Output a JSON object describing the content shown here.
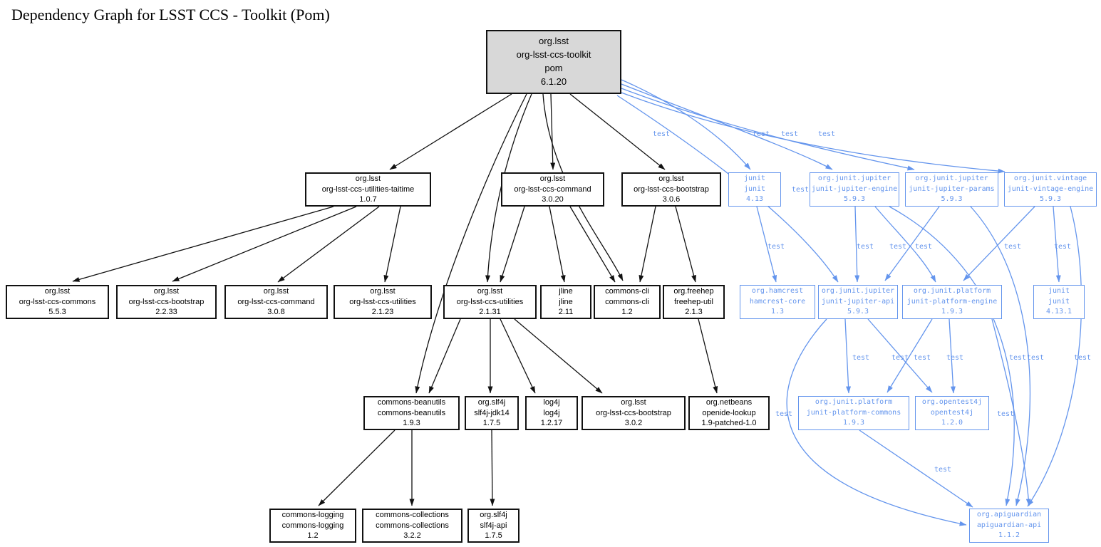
{
  "title": "Dependency Graph for LSST CCS - Toolkit (Pom)",
  "edge_label": "test",
  "colors": {
    "node_border": "#111111",
    "root_fill": "#d8d8d8",
    "test_scope": "#6495ED"
  },
  "nodes": {
    "toolkit": {
      "group": "org.lsst",
      "artifact": "org-lsst-ccs-toolkit",
      "packaging": "pom",
      "version": "6.1.20"
    },
    "taitime": {
      "group": "org.lsst",
      "artifact": "org-lsst-ccs-utilities-taitime",
      "version": "1.0.7"
    },
    "command3020": {
      "group": "org.lsst",
      "artifact": "org-lsst-ccs-command",
      "version": "3.0.20"
    },
    "bootstrap306": {
      "group": "org.lsst",
      "artifact": "org-lsst-ccs-bootstrap",
      "version": "3.0.6"
    },
    "junit413": {
      "group": "junit",
      "artifact": "junit",
      "version": "4.13"
    },
    "jupiterEngine": {
      "group": "org.junit.jupiter",
      "artifact": "junit-jupiter-engine",
      "version": "5.9.3"
    },
    "jupiterParams": {
      "group": "org.junit.jupiter",
      "artifact": "junit-jupiter-params",
      "version": "5.9.3"
    },
    "vintageEngine": {
      "group": "org.junit.vintage",
      "artifact": "junit-vintage-engine",
      "version": "5.9.3"
    },
    "commons553": {
      "group": "org.lsst",
      "artifact": "org-lsst-ccs-commons",
      "version": "5.5.3"
    },
    "bootstrap2233": {
      "group": "org.lsst",
      "artifact": "org-lsst-ccs-bootstrap",
      "version": "2.2.33"
    },
    "command308": {
      "group": "org.lsst",
      "artifact": "org-lsst-ccs-command",
      "version": "3.0.8"
    },
    "utilities2123": {
      "group": "org.lsst",
      "artifact": "org-lsst-ccs-utilities",
      "version": "2.1.23"
    },
    "utilities2131": {
      "group": "org.lsst",
      "artifact": "org-lsst-ccs-utilities",
      "version": "2.1.31"
    },
    "jline": {
      "group": "jline",
      "artifact": "jline",
      "version": "2.11"
    },
    "commonsCli": {
      "group": "commons-cli",
      "artifact": "commons-cli",
      "version": "1.2"
    },
    "freehepUtil": {
      "group": "org.freehep",
      "artifact": "freehep-util",
      "version": "2.1.3"
    },
    "hamcrestCore": {
      "group": "org.hamcrest",
      "artifact": "hamcrest-core",
      "version": "1.3"
    },
    "jupiterApi": {
      "group": "org.junit.jupiter",
      "artifact": "junit-jupiter-api",
      "version": "5.9.3"
    },
    "platformEngine": {
      "group": "org.junit.platform",
      "artifact": "junit-platform-engine",
      "version": "1.9.3"
    },
    "junit4131": {
      "group": "junit",
      "artifact": "junit",
      "version": "4.13.1"
    },
    "commonsBeanutils": {
      "group": "commons-beanutils",
      "artifact": "commons-beanutils",
      "version": "1.9.3"
    },
    "slf4jJdk14": {
      "group": "org.slf4j",
      "artifact": "slf4j-jdk14",
      "version": "1.7.5"
    },
    "log4j": {
      "group": "log4j",
      "artifact": "log4j",
      "version": "1.2.17"
    },
    "bootstrap302": {
      "group": "org.lsst",
      "artifact": "org-lsst-ccs-bootstrap",
      "version": "3.0.2"
    },
    "openideLookup": {
      "group": "org.netbeans",
      "artifact": "openide-lookup",
      "version": "1.9-patched-1.0"
    },
    "platformCommons": {
      "group": "org.junit.platform",
      "artifact": "junit-platform-commons",
      "version": "1.9.3"
    },
    "opentest4j": {
      "group": "org.opentest4j",
      "artifact": "opentest4j",
      "version": "1.2.0"
    },
    "commonsLogging": {
      "group": "commons-logging",
      "artifact": "commons-logging",
      "version": "1.2"
    },
    "commonsCollections": {
      "group": "commons-collections",
      "artifact": "commons-collections",
      "version": "3.2.2"
    },
    "slf4jApi": {
      "group": "org.slf4j",
      "artifact": "slf4j-api",
      "version": "1.7.5"
    },
    "apiguardian": {
      "group": "org.apiguardian",
      "artifact": "apiguardian-api",
      "version": "1.1.2"
    }
  },
  "edges": [
    {
      "from": "toolkit",
      "to": "taitime",
      "scope": "compile"
    },
    {
      "from": "toolkit",
      "to": "command3020",
      "scope": "compile"
    },
    {
      "from": "toolkit",
      "to": "bootstrap306",
      "scope": "compile"
    },
    {
      "from": "toolkit",
      "to": "utilities2131",
      "scope": "compile"
    },
    {
      "from": "toolkit",
      "to": "commonsCli",
      "scope": "compile"
    },
    {
      "from": "toolkit",
      "to": "commonsBeanutils",
      "scope": "compile"
    },
    {
      "from": "toolkit",
      "to": "junit413",
      "scope": "test"
    },
    {
      "from": "toolkit",
      "to": "jupiterEngine",
      "scope": "test"
    },
    {
      "from": "toolkit",
      "to": "jupiterParams",
      "scope": "test"
    },
    {
      "from": "toolkit",
      "to": "vintageEngine",
      "scope": "test"
    },
    {
      "from": "toolkit",
      "to": "jupiterApi",
      "scope": "test"
    },
    {
      "from": "taitime",
      "to": "commons553",
      "scope": "compile"
    },
    {
      "from": "taitime",
      "to": "bootstrap2233",
      "scope": "compile"
    },
    {
      "from": "taitime",
      "to": "command308",
      "scope": "compile"
    },
    {
      "from": "taitime",
      "to": "utilities2123",
      "scope": "compile"
    },
    {
      "from": "command3020",
      "to": "utilities2131",
      "scope": "compile"
    },
    {
      "from": "command3020",
      "to": "jline",
      "scope": "compile"
    },
    {
      "from": "command3020",
      "to": "commonsCli",
      "scope": "compile"
    },
    {
      "from": "bootstrap306",
      "to": "commonsCli",
      "scope": "compile"
    },
    {
      "from": "bootstrap306",
      "to": "freehepUtil",
      "scope": "compile"
    },
    {
      "from": "utilities2131",
      "to": "commonsBeanutils",
      "scope": "compile"
    },
    {
      "from": "utilities2131",
      "to": "slf4jJdk14",
      "scope": "compile"
    },
    {
      "from": "utilities2131",
      "to": "log4j",
      "scope": "compile"
    },
    {
      "from": "utilities2131",
      "to": "bootstrap302",
      "scope": "compile"
    },
    {
      "from": "freehepUtil",
      "to": "openideLookup",
      "scope": "compile"
    },
    {
      "from": "commonsBeanutils",
      "to": "commonsLogging",
      "scope": "compile"
    },
    {
      "from": "commonsBeanutils",
      "to": "commonsCollections",
      "scope": "compile"
    },
    {
      "from": "slf4jJdk14",
      "to": "slf4jApi",
      "scope": "compile"
    },
    {
      "from": "junit413",
      "to": "hamcrestCore",
      "scope": "test"
    },
    {
      "from": "jupiterEngine",
      "to": "jupiterApi",
      "scope": "test"
    },
    {
      "from": "jupiterEngine",
      "to": "platformEngine",
      "scope": "test"
    },
    {
      "from": "jupiterEngine",
      "to": "apiguardian",
      "scope": "test"
    },
    {
      "from": "jupiterParams",
      "to": "jupiterApi",
      "scope": "test"
    },
    {
      "from": "jupiterParams",
      "to": "apiguardian",
      "scope": "test"
    },
    {
      "from": "vintageEngine",
      "to": "platformEngine",
      "scope": "test"
    },
    {
      "from": "vintageEngine",
      "to": "junit4131",
      "scope": "test"
    },
    {
      "from": "vintageEngine",
      "to": "apiguardian",
      "scope": "test"
    },
    {
      "from": "jupiterApi",
      "to": "platformCommons",
      "scope": "test"
    },
    {
      "from": "jupiterApi",
      "to": "opentest4j",
      "scope": "test"
    },
    {
      "from": "jupiterApi",
      "to": "apiguardian",
      "scope": "test"
    },
    {
      "from": "platformEngine",
      "to": "platformCommons",
      "scope": "test"
    },
    {
      "from": "platformEngine",
      "to": "opentest4j",
      "scope": "test"
    },
    {
      "from": "platformEngine",
      "to": "apiguardian",
      "scope": "test"
    },
    {
      "from": "platformCommons",
      "to": "apiguardian",
      "scope": "test"
    }
  ]
}
